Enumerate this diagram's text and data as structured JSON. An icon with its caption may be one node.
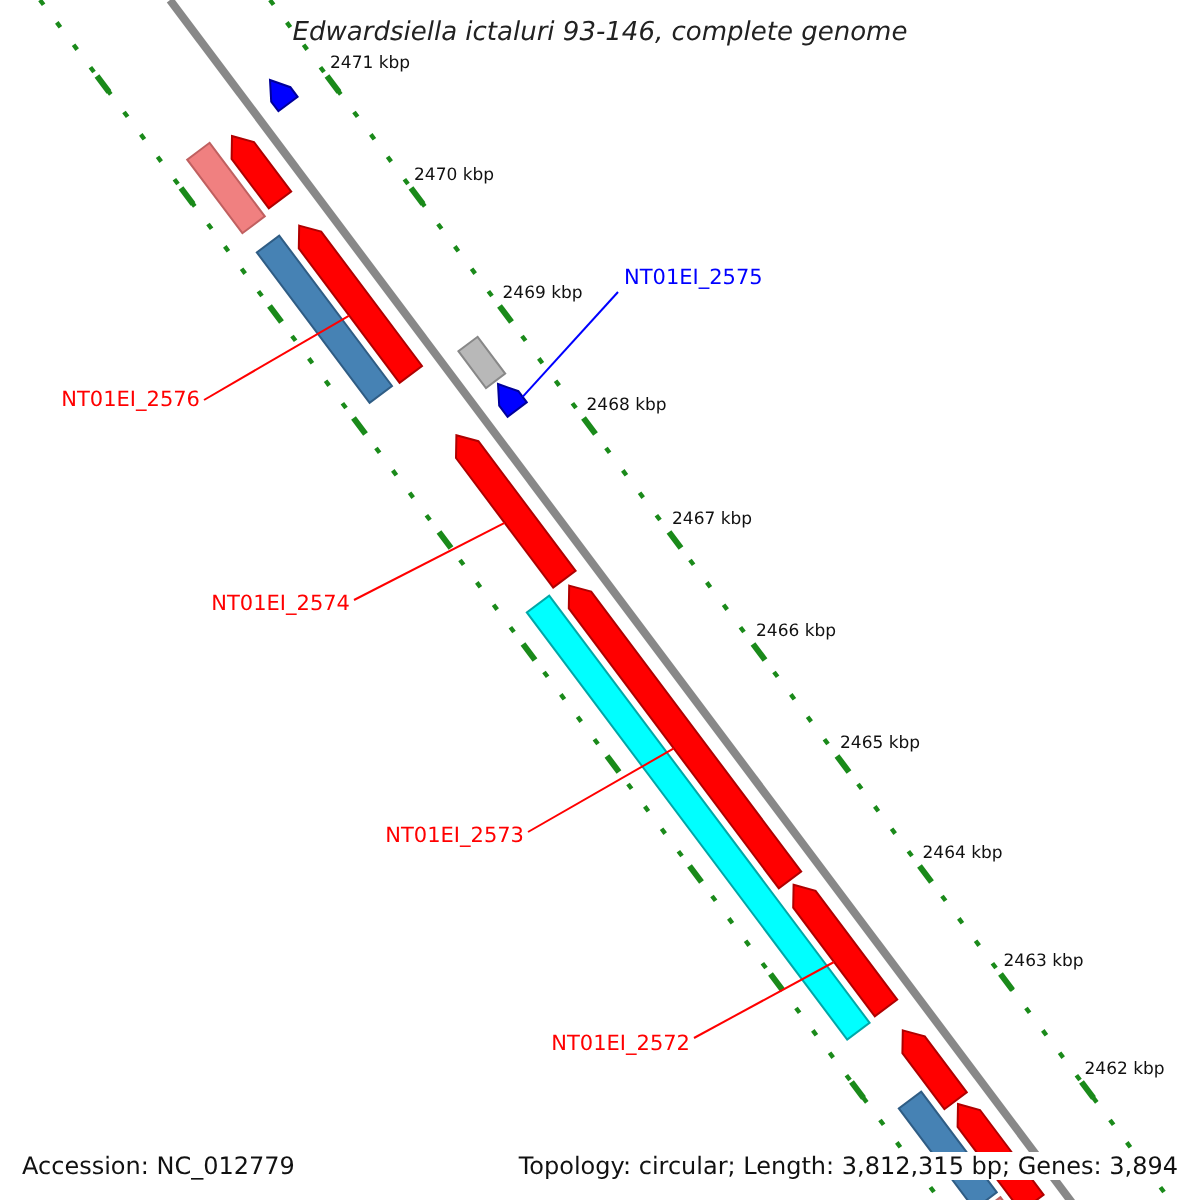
{
  "diagram": {
    "title": "Edwardsiella ictaluri 93-146, complete genome",
    "nodes": [
      {
        "text": [
          "NT01EI_2575"
        ]
      },
      {
        "text": [
          "NT01EI_2576"
        ]
      },
      {
        "text": [
          "NT01EI_2574"
        ]
      },
      {
        "text": [
          "NT01EI_2573"
        ]
      },
      {
        "text": [
          "NT01EI_2572"
        ]
      },
      {
        "text": [],
        "shape": "pentagon"
      },
      {
        "text": [],
        "shape": "bar"
      },
      {
        "text": [],
        "shape": "pentagon"
      },
      {
        "text": [],
        "shape": "bar"
      },
      {
        "text": [],
        "shape": "pentagon"
      },
      {
        "text": [],
        "shape": "bar"
      },
      {
        "text": [],
        "shape": "pentagon"
      },
      {
        "text": [],
        "shape": "pentagon"
      },
      {
        "text": [],
        "shape": "bar"
      },
      {
        "text": [],
        "shape": "pentagon"
      },
      {
        "text": [],
        "shape": "pentagon"
      },
      {
        "text": [],
        "shape": "pentagon"
      },
      {
        "text": [],
        "shape": "bar"
      },
      {
        "text": [],
        "shape": "pentagon"
      },
      {
        "text": [],
        "shape": "bar"
      }
    ],
    "edges": [
      {
        "from": 0,
        "to": 11,
        "arrow": "none",
        "color": "#0000ff"
      },
      {
        "from": 1,
        "to": 9,
        "arrow": "none"
      },
      {
        "from": 2,
        "to": 12,
        "arrow": "none"
      },
      {
        "from": 3,
        "to": 14,
        "arrow": "none"
      },
      {
        "from": 4,
        "to": 15,
        "arrow": "none"
      }
    ],
    "labels": [
      "2471 kbp",
      "2470 kbp",
      "2469 kbp",
      "2468 kbp",
      "2467 kbp",
      "2466 kbp",
      "2465 kbp",
      "2464 kbp",
      "2463 kbp",
      "2462 kbp",
      "Accession: NC_012779",
      "Topology: circular; Length: 3,812,315 bp; Genes: 3,894"
    ]
  }
}
